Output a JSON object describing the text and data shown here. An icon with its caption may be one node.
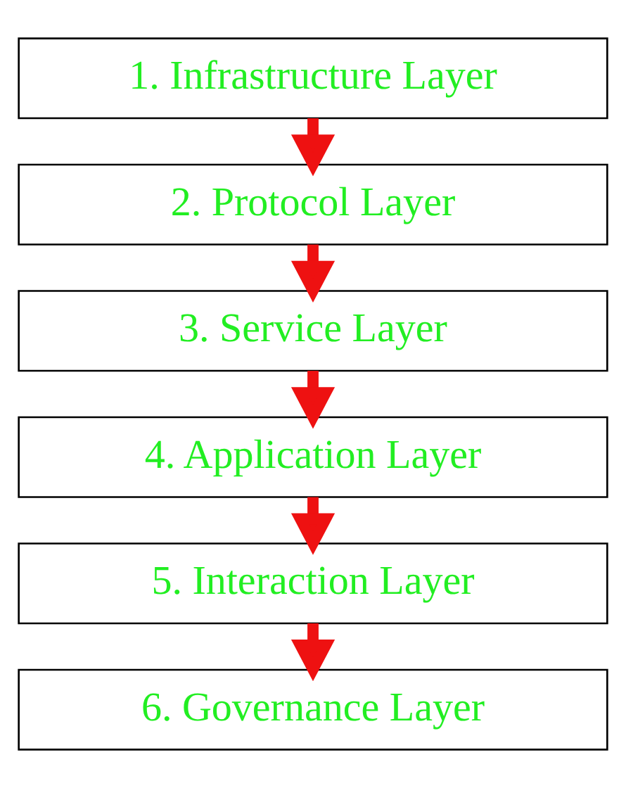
{
  "diagram": {
    "nodes": [
      {
        "text": [
          "1. Infrastructure Layer"
        ]
      },
      {
        "text": [
          "2. Protocol Layer"
        ]
      },
      {
        "text": [
          "3. Service Layer"
        ]
      },
      {
        "text": [
          "4. Application Layer"
        ]
      },
      {
        "text": [
          "5. Interaction Layer"
        ]
      },
      {
        "text": [
          "6. Governance Layer"
        ]
      }
    ],
    "edges": [
      {
        "from": 0,
        "to": 1,
        "arrow": "to"
      },
      {
        "from": 1,
        "to": 2,
        "arrow": "to"
      },
      {
        "from": 2,
        "to": 3,
        "arrow": "to"
      },
      {
        "from": 3,
        "to": 4,
        "arrow": "to"
      },
      {
        "from": 4,
        "to": 5,
        "arrow": "to"
      }
    ]
  }
}
